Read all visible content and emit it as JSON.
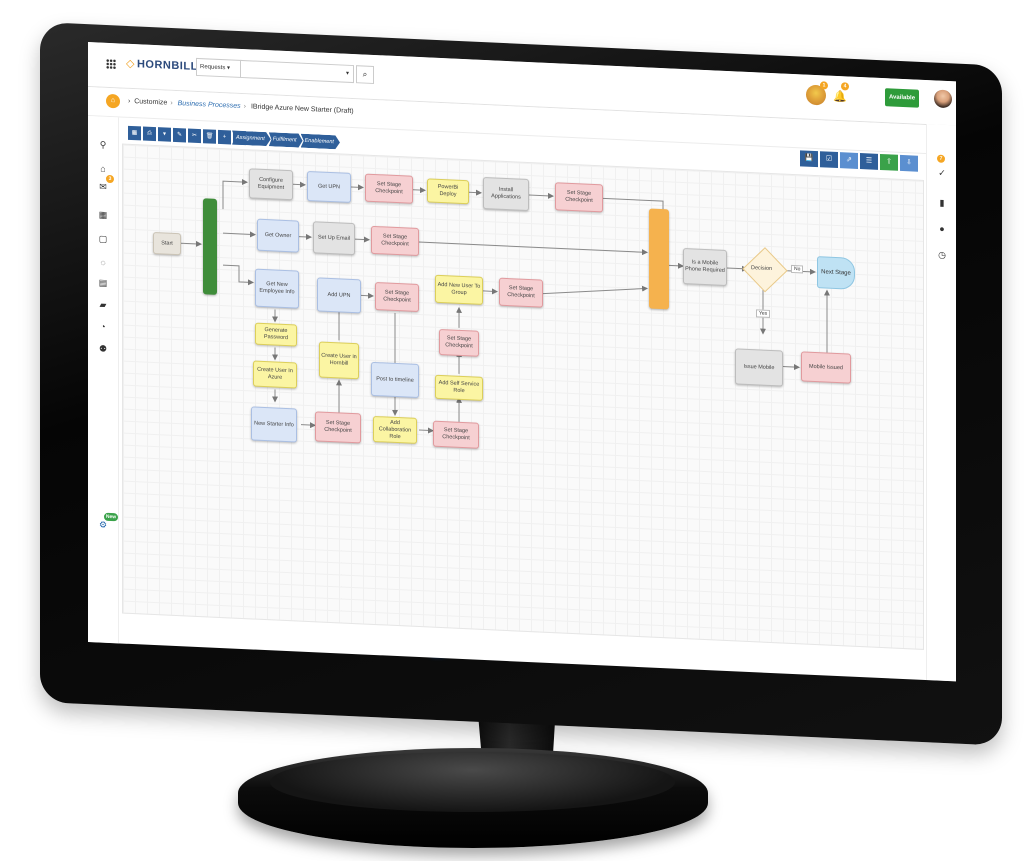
{
  "app": {
    "logo": "HORNBILL"
  },
  "search": {
    "scope_label": "Requests ▾",
    "placeholder": ""
  },
  "header": {
    "badge_profile": "1",
    "badge_notifications": "4",
    "status_button": "Available",
    "right_rail_badge": "7"
  },
  "breadcrumb": {
    "root": "Customize",
    "link": "Business Processes",
    "current": "IBridge Azure New Starter (Draft)"
  },
  "rail": {
    "left_badge": "3",
    "help_badge": "New"
  },
  "stage_tabs": [
    "Assignment",
    "Fulfilment",
    "Enablement"
  ],
  "nodes": {
    "start": "Start",
    "configure_equipment": "Configure Equipment",
    "get_upn_1": "Get UPN",
    "set_stage_1": "Set Stage Checkpoint",
    "powerbi": "PowerBi Deploy",
    "install_apps": "Install Applications",
    "set_stage_2": "Set Stage Checkpoint",
    "get_owner": "Get Owner",
    "set_up_email": "Set Up Email",
    "set_stage_3": "Set Stage Checkpoint",
    "get_new_employee": "Get New Employee Info",
    "add_upn": "Add UPN",
    "set_stage_4": "Set Stage Checkpoint",
    "add_user_group": "Add New User To Group",
    "set_stage_5": "Set Stage Checkpoint",
    "generate_password": "Generate Password",
    "create_user_hornbill": "Create User in Hornbill",
    "set_stage_6": "Set Stage Checkpoint",
    "create_user_azure": "Create User In Azure",
    "post_timeline": "Post to timeline",
    "add_self_service": "Add Self Service Role",
    "new_starter_info": "New Starter Info",
    "set_stage_7": "Set Stage Checkpoint",
    "add_collab": "Add Collaboration Role",
    "set_stage_8": "Set Stage Checkpoint",
    "mobile_required": "Is a Mobile Phone Required",
    "decision": "Decision",
    "next_stage": "Next Stage",
    "issue_mobile": "Issue Mobile",
    "mobile_issued": "Mobile Issued",
    "label_no": "No",
    "label_yes": "Yes"
  },
  "colors": {
    "brand_blue": "#2f5f9a",
    "accent_orange": "#f5a623",
    "available_green": "#2e9b3a"
  }
}
